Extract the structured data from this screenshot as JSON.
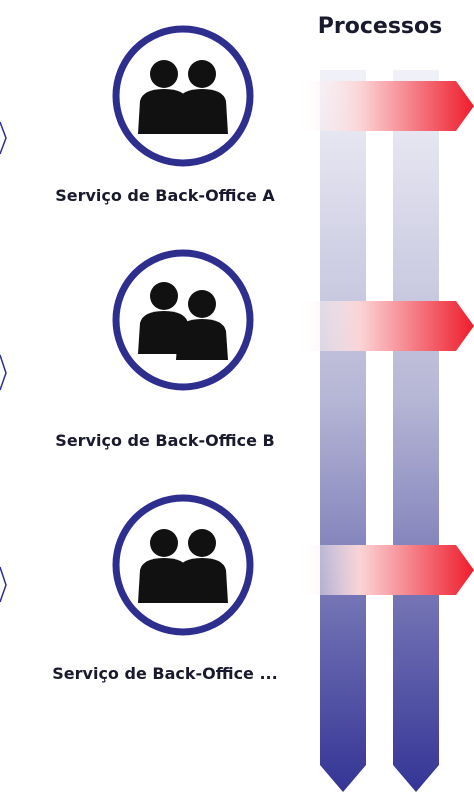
{
  "header": {
    "title": "Processos"
  },
  "services": [
    {
      "label": "Serviço de Back-Office A"
    },
    {
      "label": "Serviço de Back-Office B"
    },
    {
      "label": "Serviço de Back-Office ..."
    }
  ],
  "colors": {
    "ring": "#2e2e8f",
    "column_top": "#eeeef6",
    "column_bottom": "#3a3a9a",
    "arrow_start": "#fff4f4",
    "arrow_end": "#ee1c2c",
    "silhouette": "#111111",
    "side_marker": "#2e2e8f"
  },
  "icons": [
    "people-group-icon",
    "process-arrow-icon"
  ]
}
